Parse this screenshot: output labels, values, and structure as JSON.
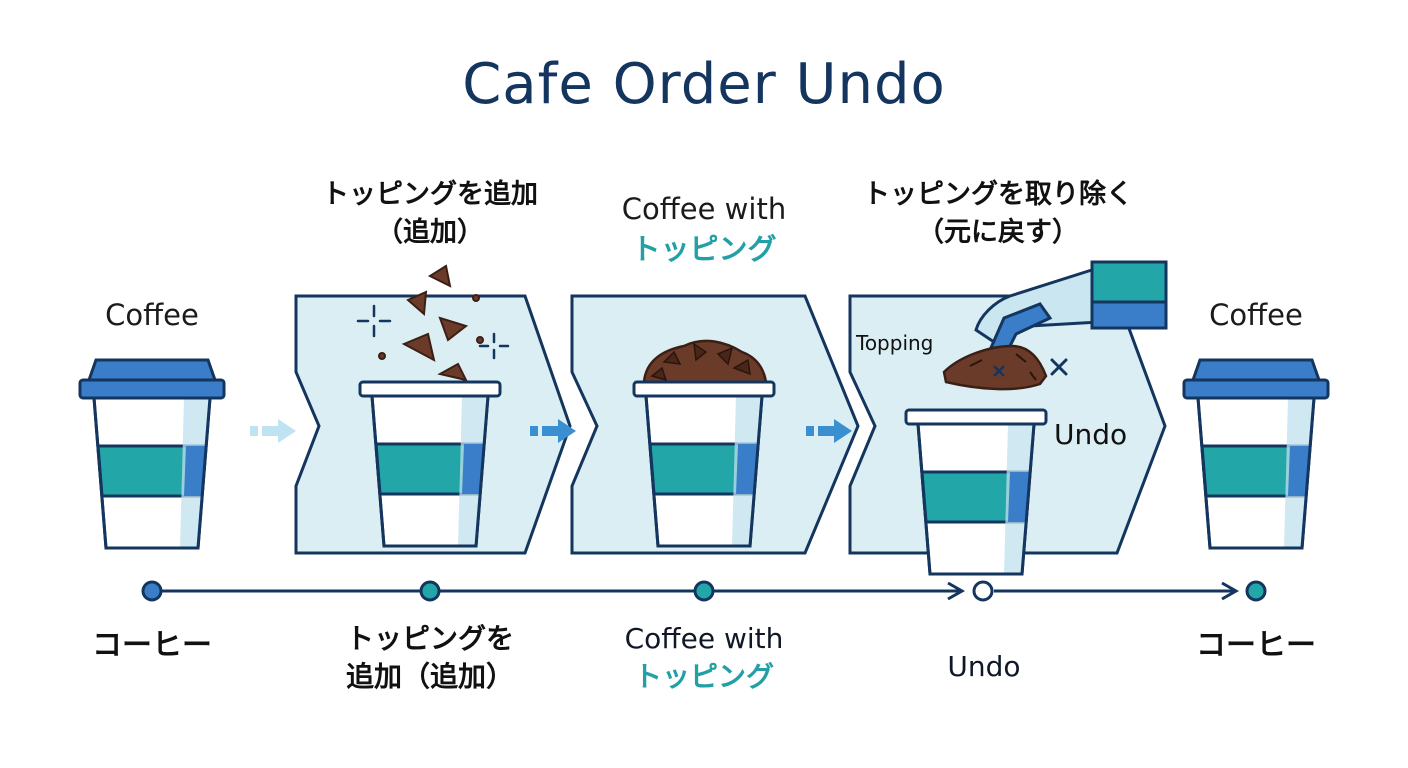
{
  "title": "Cafe Order Undo",
  "steps": {
    "coffee_start": {
      "caption": "Coffee",
      "timeline_label": "コーヒー"
    },
    "add_topping": {
      "caption_line1": "トッピングを追加",
      "caption_line2": "（追加）",
      "timeline_line1": "トッピングを",
      "timeline_line2": "追加（追加）"
    },
    "coffee_with_topping": {
      "caption_line1": "Coffee with",
      "caption_line2": "トッピング",
      "timeline_line1": "Coffee with",
      "timeline_line2": "トッピング"
    },
    "remove_topping": {
      "caption_line1": "トッピングを取り除く",
      "caption_line2": "（元に戻す）",
      "tag_label": "Topping",
      "action_label": "Undo",
      "timeline_label": "Undo"
    },
    "coffee_end": {
      "caption": "Coffee",
      "timeline_label": "コーヒー"
    }
  },
  "colors": {
    "navy": "#14355e",
    "teal": "#22a6a8",
    "blue": "#3a7ec9",
    "panel": "#daeef4",
    "topping": "#6b3b2a"
  }
}
